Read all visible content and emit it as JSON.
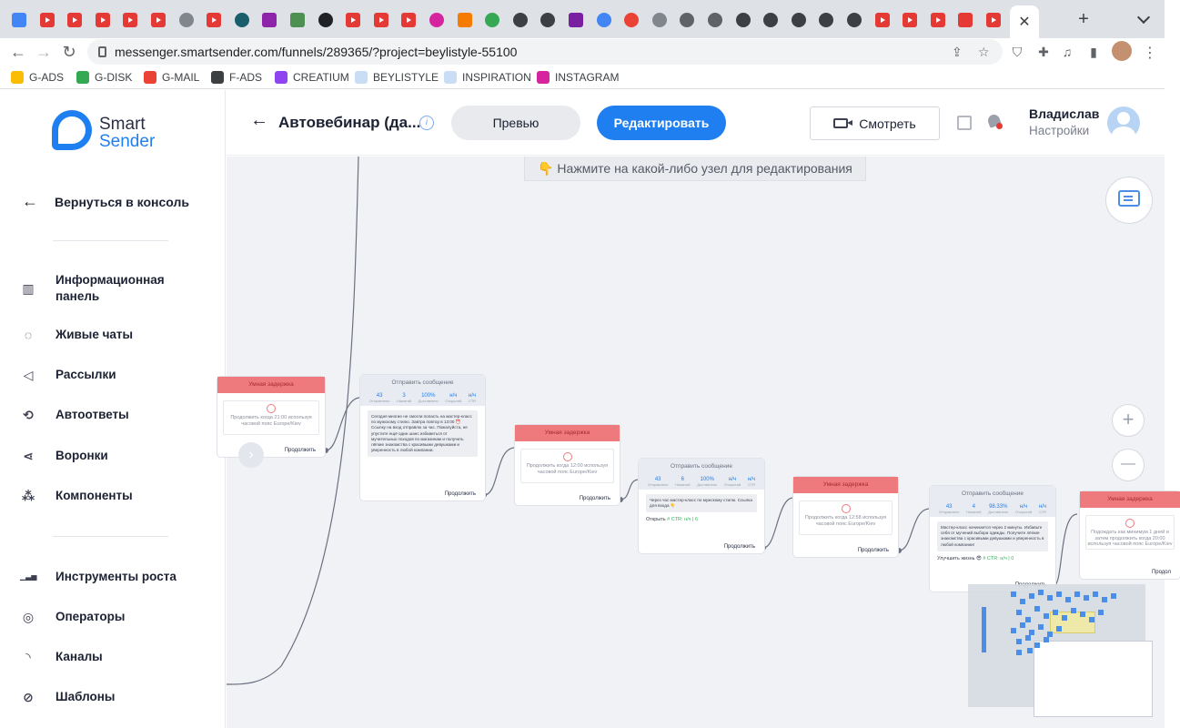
{
  "browser": {
    "url": "messenger.smartsender.com/funnels/289365/?project=beylistyle-55100",
    "tabs": [
      {
        "icon": "docs-icon",
        "color": "#4285f4"
      },
      {
        "icon": "youtube-icon",
        "color": "#e53935"
      },
      {
        "icon": "youtube-icon",
        "color": "#e53935"
      },
      {
        "icon": "youtube-icon",
        "color": "#e53935"
      },
      {
        "icon": "youtube-icon",
        "color": "#e53935"
      },
      {
        "icon": "youtube-icon",
        "color": "#e53935"
      },
      {
        "icon": "globe-icon",
        "color": "#80868b"
      },
      {
        "icon": "youtube-icon",
        "color": "#e53935"
      },
      {
        "icon": "l-icon",
        "color": "#1b5e6b"
      },
      {
        "icon": "purple-icon",
        "color": "#8e24aa"
      },
      {
        "icon": "plant-icon",
        "color": "#4e8f52"
      },
      {
        "icon": "dark-circle-icon",
        "color": "#202124"
      },
      {
        "icon": "youtube-icon",
        "color": "#e53935"
      },
      {
        "icon": "youtube-icon",
        "color": "#e53935"
      },
      {
        "icon": "youtube-icon",
        "color": "#e53935"
      },
      {
        "icon": "instagram-icon",
        "color": "#d6249f"
      },
      {
        "icon": "orange-b-icon",
        "color": "#f57c00"
      },
      {
        "icon": "google-icon",
        "color": "#34a853"
      },
      {
        "icon": "dark-circle-icon",
        "color": "#3c4043"
      },
      {
        "icon": "dark-circle-icon",
        "color": "#3c4043"
      },
      {
        "icon": "w-icon",
        "color": "#7b1fa2"
      },
      {
        "icon": "google-icon",
        "color": "#4285f4"
      },
      {
        "icon": "google-icon",
        "color": "#ea4335"
      },
      {
        "icon": "globe-icon",
        "color": "#80868b"
      },
      {
        "icon": "dark-circle-icon",
        "color": "#5f6368"
      },
      {
        "icon": "dark-circle-icon",
        "color": "#5f6368"
      },
      {
        "icon": "dark-circle-icon",
        "color": "#3c4043"
      },
      {
        "icon": "dark-circle-icon",
        "color": "#3c4043"
      },
      {
        "icon": "dark-circle-icon",
        "color": "#3c4043"
      },
      {
        "icon": "dark-circle-icon",
        "color": "#3c4043"
      },
      {
        "icon": "dark-circle-icon",
        "color": "#3c4043"
      },
      {
        "icon": "youtube-icon",
        "color": "#e53935"
      },
      {
        "icon": "youtube-icon",
        "color": "#e53935"
      },
      {
        "icon": "youtube-icon",
        "color": "#e53935"
      },
      {
        "icon": "heart-icon",
        "color": "#e53935"
      },
      {
        "icon": "youtube-icon",
        "color": "#e53935"
      }
    ],
    "active_tab_close": "✕",
    "new_tab": "+",
    "bookmarks": [
      {
        "label": "G-ADS",
        "icon": "google-ads-icon",
        "color": "#fbbc04"
      },
      {
        "label": "G-DISK",
        "icon": "google-drive-icon",
        "color": "#34a853"
      },
      {
        "label": "G-MAIL",
        "icon": "gmail-icon",
        "color": "#ea4335"
      },
      {
        "label": "F-ADS",
        "icon": "ads-manager-icon",
        "color": "#3c4043"
      },
      {
        "label": "CREATIUM",
        "icon": "creatium-icon",
        "color": "#8e44ef"
      },
      {
        "label": "BEYLISTYLE",
        "icon": "page-icon",
        "color": "#c9def5"
      },
      {
        "label": "INSPIRATION",
        "icon": "page-icon",
        "color": "#c9def5"
      },
      {
        "label": "INSTAGRAM",
        "icon": "instagram-icon",
        "color": "#d6249f"
      }
    ]
  },
  "sidebar": {
    "logo": {
      "smart": "Smart",
      "sender": "Sender"
    },
    "back": "Вернуться в консоль",
    "items_top": [
      {
        "label": "Информационная панель",
        "icon": "dashboard-icon"
      },
      {
        "label": "Живые чаты",
        "icon": "chat-icon"
      },
      {
        "label": "Рассылки",
        "icon": "megaphone-icon"
      },
      {
        "label": "Автоответы",
        "icon": "autoreply-icon"
      },
      {
        "label": "Воронки",
        "icon": "funnel-icon"
      },
      {
        "label": "Компоненты",
        "icon": "components-icon"
      }
    ],
    "items_bottom": [
      {
        "label": "Инструменты роста",
        "icon": "growth-icon"
      },
      {
        "label": "Операторы",
        "icon": "operator-icon"
      },
      {
        "label": "Каналы",
        "icon": "rss-icon"
      },
      {
        "label": "Шаблоны",
        "icon": "template-icon"
      }
    ]
  },
  "header": {
    "title": "Автовебинар (да...",
    "info": "i",
    "preview": "Превью",
    "edit": "Редактировать",
    "watch": "Смотреть",
    "user_name": "Владислав",
    "user_settings": "Настройки"
  },
  "canvas": {
    "hint": "👇 Нажмите на какой-либо узел для редактирования",
    "zoom_in": "+",
    "zoom_out": "—",
    "nodes": [
      {
        "type": "delay",
        "title": "Умная задержка",
        "text": "Продолжить когда 21:00 используя часовой пояс Europe/Kiev",
        "continue": "Продолжить"
      },
      {
        "type": "msg",
        "title": "Отправить сообщение",
        "stats": [
          [
            "43",
            "Отправлено"
          ],
          [
            "3",
            "Нажатий"
          ],
          [
            "100%",
            "Доставлено"
          ],
          [
            "н/ч",
            "Открытий"
          ],
          [
            "н/ч",
            "CTR"
          ]
        ],
        "body": "Сегодня многие не смогли попасть на мастер-класс по мужскому стилю. Завтра повтор в 13:00 ⏰ Ссылку на вход отправлю за час. Пожалуйста, не упустите ещё один шанс избавиться от мучительных походов по магазинам и получить лёгкие знакомства с красивыми девушками и уверенность в любой компании.",
        "button": "",
        "continue": "Продолжить"
      },
      {
        "type": "delay",
        "title": "Умная задержка",
        "text": "Продолжить когда 12:00 используя часовой пояс Europe/Kiev",
        "continue": "Продолжить"
      },
      {
        "type": "msg",
        "title": "Отправить сообщение",
        "stats": [
          [
            "43",
            "Отправлено"
          ],
          [
            "6",
            "Нажатий"
          ],
          [
            "100%",
            "Доставлено"
          ],
          [
            "н/ч",
            "Открытий"
          ],
          [
            "н/ч",
            "CTR"
          ]
        ],
        "body": "Через час мастер-класс по мужскому стилю. Ссылка для входа 👇",
        "button": "Открыть",
        "button_stat": "# CTR: н/ч | 6",
        "continue": "Продолжить"
      },
      {
        "type": "delay",
        "title": "Умная задержка",
        "text": "Продолжить когда 12:58 используя часовой пояс Europe/Kiev",
        "continue": "Продолжить"
      },
      {
        "type": "msg",
        "title": "Отправить сообщение",
        "stats": [
          [
            "43",
            "Отправлено"
          ],
          [
            "4",
            "Нажатий"
          ],
          [
            "98.33%",
            "Доставлено"
          ],
          [
            "н/ч",
            "Открытий"
          ],
          [
            "н/ч",
            "CTR"
          ]
        ],
        "body": "Мастер-класс начинается через 2 минуты. Избавьте себя от мучений выбора одежды. Получите лёгкие знакомства с красивыми девушками и уверенность в любой компании!",
        "button": "Улучшить жизнь 😎",
        "button_stat": "# CTR: н/ч | 0",
        "continue": "Продолжить"
      },
      {
        "type": "delay",
        "title": "Умная задержка",
        "text": "Подождать как минимум 1 дней и затем продолжить когда 20:00 используя часовой пояс Europe/Kiev",
        "continue": "Продол"
      }
    ]
  },
  "colors": {
    "accent": "#1f7ef0",
    "delay_head": "#ef7a7e",
    "canvas_bg": "#f0f2f5"
  }
}
